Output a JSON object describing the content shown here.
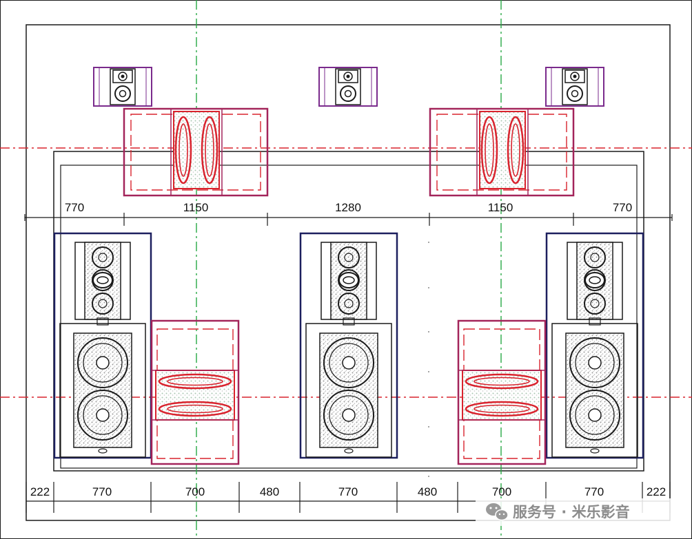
{
  "drawing": {
    "top_dimensions": [
      "770",
      "1150",
      "1280",
      "1150",
      "770"
    ],
    "bottom_dimensions": [
      "222",
      "770",
      "700",
      "480",
      "770",
      "480",
      "700",
      "770",
      "222"
    ],
    "colors": {
      "outline": "#1a1a1a",
      "center_line_green": "#27a844",
      "center_line_red": "#d9232d",
      "subwoofer_cabinet": "#a3245a",
      "subwoofer_driver": "#d9232d",
      "main_speaker_frame": "#1c1f5e",
      "surround_speaker_frame": "#7a2a8c"
    }
  },
  "watermark": {
    "icon": "wechat-icon",
    "text": "服务号 · 米乐影音"
  }
}
